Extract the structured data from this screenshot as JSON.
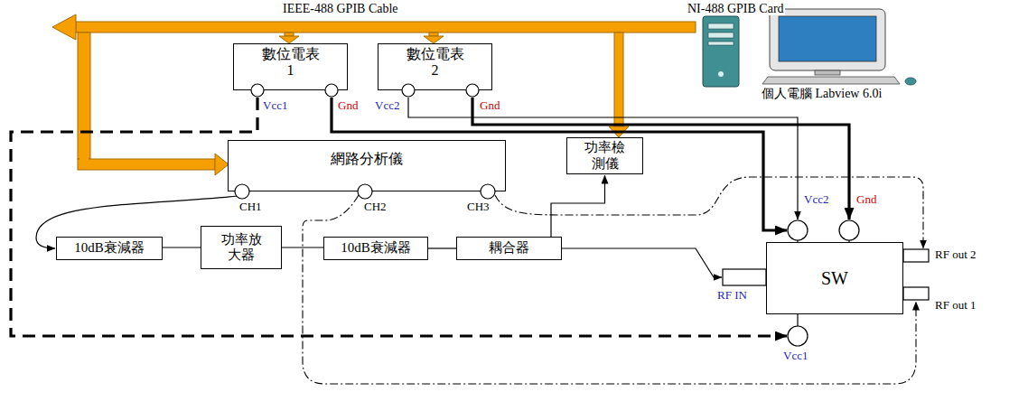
{
  "diagram": {
    "nodes": [
      {
        "text": [
          "數位電表 1"
        ]
      },
      {
        "text": [
          "數位電表 2"
        ]
      },
      {
        "text": [
          "網路分析儀"
        ]
      },
      {
        "text": [
          "功率檢測儀"
        ]
      },
      {
        "text": [
          "10dB衰減器"
        ]
      },
      {
        "text": [
          "功率放大器"
        ]
      },
      {
        "text": [
          "10dB衰減器"
        ]
      },
      {
        "text": [
          "耦合器"
        ]
      },
      {
        "text": [
          "SW"
        ]
      }
    ],
    "edges": [
      {
        "from": 2,
        "to": 4,
        "arrow": "to"
      },
      {
        "from": 4,
        "to": 5,
        "arrow": "none"
      },
      {
        "from": 5,
        "to": 6,
        "arrow": "none"
      },
      {
        "from": 6,
        "to": 7,
        "arrow": "none"
      },
      {
        "from": 7,
        "to": 8,
        "arrow": "to"
      },
      {
        "from": 7,
        "to": 3,
        "arrow": "to"
      },
      {
        "from": 2,
        "to": 8,
        "arrow": "to"
      },
      {
        "from": 2,
        "to": 8,
        "arrow": "to"
      },
      {
        "from": 0,
        "to": 8,
        "arrow": "to"
      },
      {
        "from": 0,
        "to": 8,
        "arrow": "to"
      },
      {
        "from": 1,
        "to": 8,
        "arrow": "to"
      },
      {
        "from": 1,
        "to": 8,
        "arrow": "to"
      }
    ],
    "labels": [
      "IEEE-488 GPIB Cable",
      "NI-488 GPIB Card",
      "個人電腦 Labview 6.0i",
      "Vcc1",
      "Gnd",
      "Vcc2",
      "Gnd",
      "CH1",
      "CH2",
      "CH3",
      "Vcc2",
      "Gnd",
      "RF IN",
      "RF out 2",
      "RF out 1",
      "Vcc1"
    ]
  }
}
